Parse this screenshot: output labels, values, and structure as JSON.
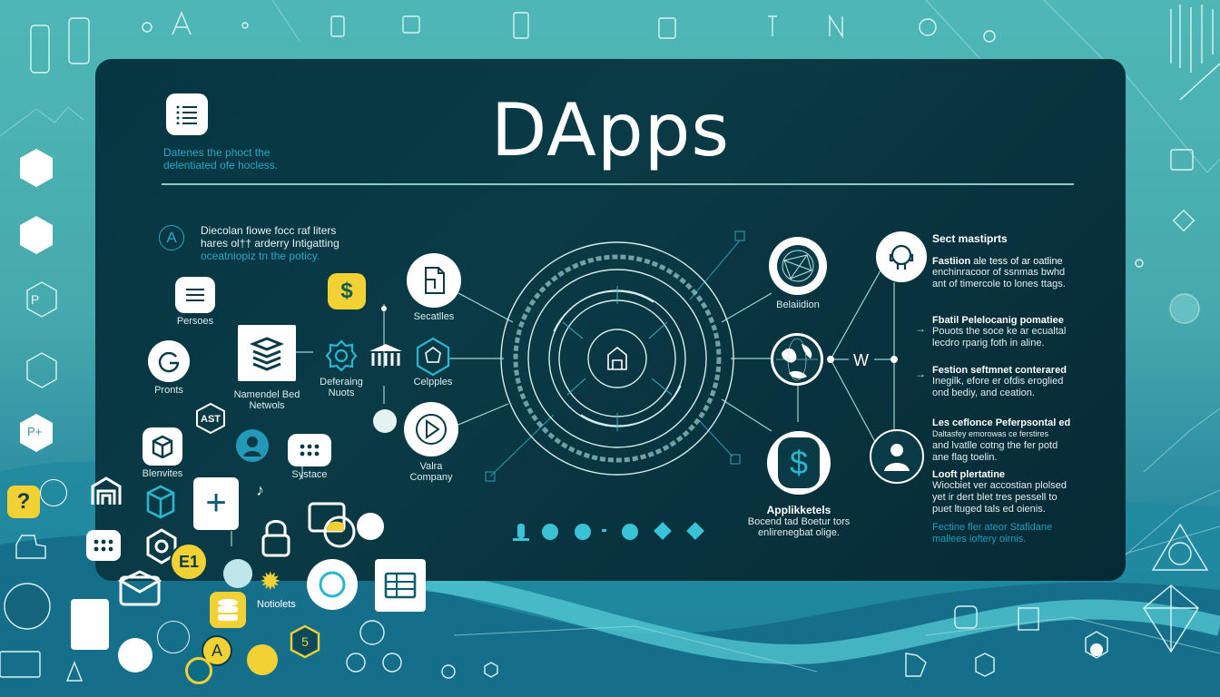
{
  "title": "DApps",
  "intro": {
    "line1": "Datenes the phoct the",
    "line2": "delentiated ofe hocless."
  },
  "lead": {
    "icon": "letter-a-circle-icon",
    "line1": "Diecolan fiowe focc raf liters",
    "line2": "hares ol†† arderry Intigatting",
    "line3": "oceatniopiz tn the poticy."
  },
  "left_nodes": [
    {
      "icon": "list-icon",
      "label": "Persoes"
    },
    {
      "icon": "g-circle-icon",
      "label": "Pronts"
    },
    {
      "icon": "layers-icon",
      "label": "Namendel Bed\nNetwols",
      "label1": "Namendel Bed",
      "label2": "Netwols"
    },
    {
      "icon": "dollar-icon",
      "label": ""
    },
    {
      "icon": "network-gear-icon",
      "label1": "Deferaing",
      "label2": "Nuots"
    },
    {
      "icon": "bank-icon",
      "label": ""
    },
    {
      "icon": "hexagon-icon",
      "label": "Celpples"
    },
    {
      "icon": "document-icon",
      "label": "Secatlles"
    },
    {
      "icon": "play-circle-icon",
      "label1": "Valra",
      "label2": "Company"
    },
    {
      "icon": "ast-hexagon-icon",
      "label": "AST"
    },
    {
      "icon": "cube-icon",
      "label": "Blenvites"
    },
    {
      "icon": "user-circle-icon",
      "label": ""
    },
    {
      "icon": "grid-dots-icon",
      "label": "Systace"
    }
  ],
  "right_nodes": [
    {
      "icon": "globe-wire-icon",
      "label": "Belaiidion"
    },
    {
      "icon": "globe-icon",
      "label": ""
    },
    {
      "icon": "dollar-circle-icon",
      "label": ""
    },
    {
      "icon": "headset-icon",
      "label": ""
    },
    {
      "icon": "person-icon",
      "label": ""
    }
  ],
  "junction_label": "W",
  "bottom_caption": {
    "title": "Applikketels",
    "line1": "Bocend tad Boetur tors",
    "line2": "enlirenegbat olige."
  },
  "right_column": {
    "header": "Sect mastiprts",
    "sections": [
      {
        "title": "Fastiion",
        "title_rest": " ale tess of ar oatline",
        "lines": [
          "enchinracoor of ssnmas bwhd",
          "ant of timercole to lones ttags."
        ]
      },
      {
        "title": "Fbatil Pelelocanig pomatiee",
        "lines": [
          "Pouots the soce ke ar ecualtal",
          "lecdro rparig foth in aline."
        ]
      },
      {
        "title": "Festion seftmnet conterared",
        "lines": [
          "Inegilk, efore er ofdis eroglied",
          "ond bediy, and ceation."
        ]
      },
      {
        "title": "Les ceflonce Peferpsontal ed",
        "lines": [
          "Daltasfey emorowas ce ferstires",
          "and lvatlle cotng the fer potd",
          "ane flag toelin."
        ]
      },
      {
        "title": "Looft plertatine",
        "lines": [
          "Wiocbiet ver accostian plolsed",
          "yet ir dert blet tres pessell to",
          "puet ltuged tals ed oienis."
        ]
      }
    ],
    "footer_lines": [
      "Fectine fler ateor Stafidane",
      "mallees ioftery oirnis."
    ]
  },
  "pager": {
    "items": [
      "pawn",
      "circle",
      "circle",
      "circle",
      "diamond",
      "diamond"
    ],
    "active_index": 0
  },
  "scatter_labels": {
    "notelets": "Notiolets",
    "hex_number": "5",
    "side_hex_1": "P",
    "side_hex_2": "P+"
  },
  "colors": {
    "panel": "#063642",
    "accent": "#3ac3d6",
    "yellow": "#f2d134",
    "bg": "#4fb7b6"
  }
}
